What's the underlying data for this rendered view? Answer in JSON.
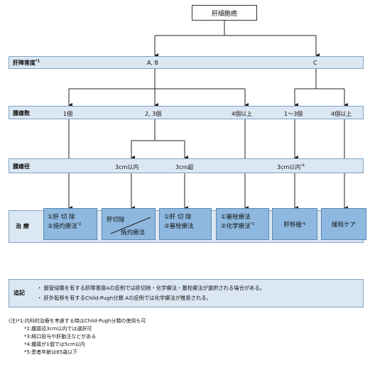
{
  "root": "肝細胞癌",
  "rows": {
    "liver": {
      "label": "肝障害度",
      "sup": "*1",
      "ab": "A, B",
      "c": "C"
    },
    "count": {
      "label": "腫瘍数",
      "one": "1個",
      "two_three": "2, 3個",
      "four_plus": "4個以上",
      "one_to_three": "1〜3個",
      "four_plus_c": "4個以上"
    },
    "size": {
      "label": "腫瘍径",
      "le3": "3cm以内",
      "gt3": "3cm超",
      "le3_c": "3cm以内",
      "le3_c_sup": "*4"
    },
    "treatment": {
      "label": "治 療",
      "t1_line1": "①肝 切 除",
      "t1_line2": "②焼灼療法",
      "t1_sup": "*2",
      "t2_top": "肝切除",
      "t2_bottom": "焼灼療法",
      "t3_line1": "①肝 切 除",
      "t3_line2": "②塞栓療法",
      "t4_line1": "①塞栓療法",
      "t4_line2": "②化学療法",
      "t4_sup": "*3",
      "t5": "肝移植",
      "t5_sup": "*5",
      "t6": "緩和ケア"
    }
  },
  "remark": {
    "label": "追記",
    "items": [
      "・ 脈管侵襲を有する肝障害度Aの症例では肝切除・化学療法・塞栓療法が選択される場合がある。",
      "・ 肝外転移を有するChild-Pugh分類 Aの症例では化学療法が推奨される。"
    ]
  },
  "notes": [
    "(注)*1:内科的治療を考慮する時はChild-Pugh分類の使用も可",
    "*2:腫瘍径3cm以内では選択可",
    "*3:経口投与や肝動注などがある",
    "*4:腫瘍が1個では5cm以内",
    "*5:患者年齢は65歳以下"
  ],
  "colors": {
    "band": "#dbe7f2",
    "treatment_box": "#8eb8df",
    "line": "#222222"
  }
}
